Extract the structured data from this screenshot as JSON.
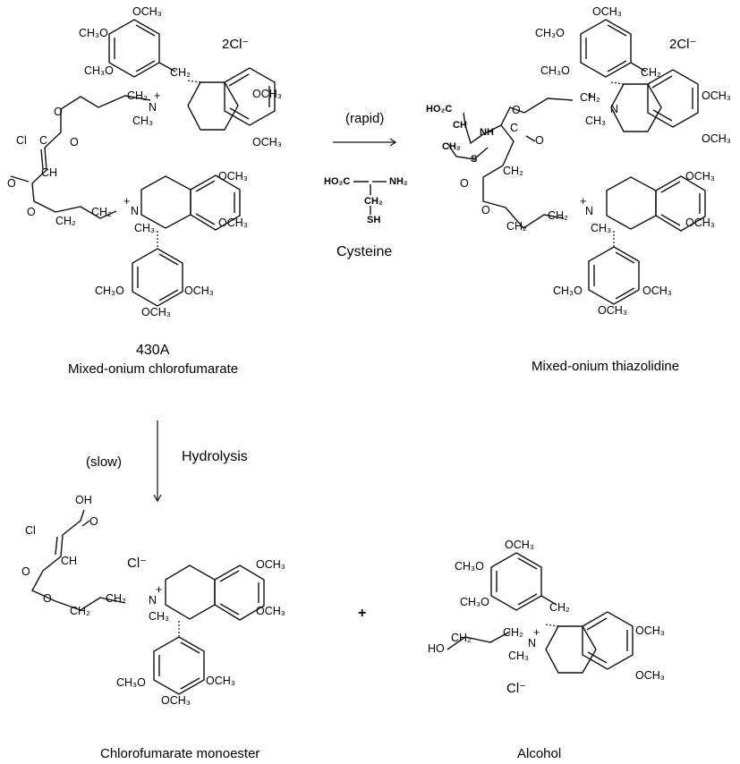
{
  "arrows": {
    "rapid": "(rapid)",
    "slow": "(slow)",
    "hydrolysis": "Hydrolysis",
    "plus": "+"
  },
  "reagent": {
    "name": "Cysteine",
    "line1_left": "HO₂C",
    "line1_right": "NH₂",
    "line2": "CH₂",
    "line3": "SH"
  },
  "compounds": [
    {
      "code": "430A",
      "name": "Mixed-onium chlorofumarate",
      "counterion": "2Cl⁻"
    },
    {
      "name": "Mixed-onium thiazolidine",
      "counterion": "2Cl⁻"
    },
    {
      "name": "Chlorofumarate monoester",
      "counterion": "Cl⁻"
    },
    {
      "name": "Alcohol",
      "counterion": "Cl⁻"
    }
  ],
  "atoms": {
    "och3": "OCH₃",
    "ch3o": "CH₃O",
    "ch2": "CH₂",
    "ch3": "CH₃",
    "n": "N",
    "plus": "+",
    "o": "O",
    "cl": "Cl",
    "ch": "CH",
    "c": "C",
    "oh": "OH",
    "ho": "HO",
    "ho2c": "HO₂C",
    "nh": "NH",
    "s": "S"
  }
}
